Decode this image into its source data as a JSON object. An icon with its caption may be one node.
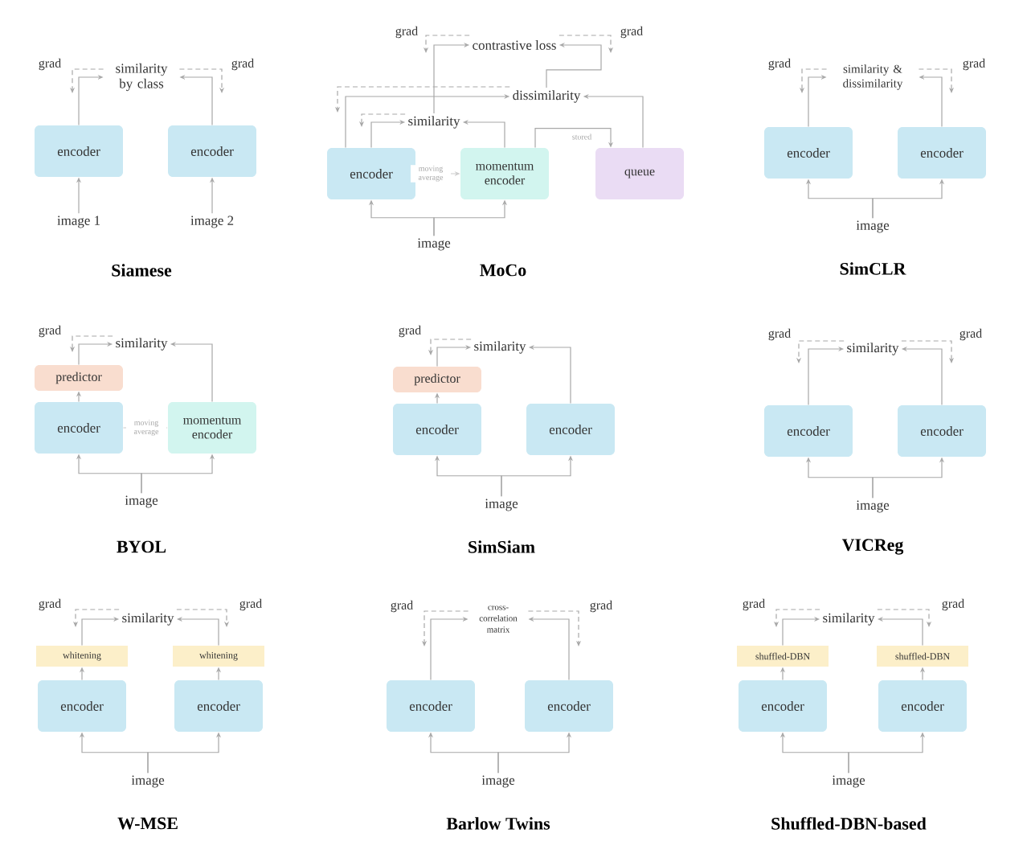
{
  "diagram": {
    "nodes": [
      {
        "text": [
          "similarity by class"
        ]
      },
      {
        "text": [
          "encoder"
        ]
      },
      {
        "text": [
          "encoder"
        ]
      },
      {
        "text": [
          "image 1"
        ]
      },
      {
        "text": [
          "image 2"
        ]
      },
      {
        "text": [
          "contrastive loss"
        ]
      },
      {
        "text": [
          "dissimilarity"
        ]
      },
      {
        "text": [
          "similarity"
        ]
      },
      {
        "text": [
          "encoder"
        ]
      },
      {
        "text": [
          "momentum encoder"
        ]
      },
      {
        "text": [
          "queue"
        ]
      },
      {
        "text": [
          "image"
        ]
      },
      {
        "text": [
          "similarity & dissimilarity"
        ]
      },
      {
        "text": [
          "encoder"
        ]
      },
      {
        "text": [
          "encoder"
        ]
      },
      {
        "text": [
          "image"
        ]
      },
      {
        "text": [
          "similarity"
        ]
      },
      {
        "text": [
          "predictor"
        ]
      },
      {
        "text": [
          "encoder"
        ]
      },
      {
        "text": [
          "momentum encoder"
        ]
      },
      {
        "text": [
          "image"
        ]
      },
      {
        "text": [
          "similarity"
        ]
      },
      {
        "text": [
          "predictor"
        ]
      },
      {
        "text": [
          "encoder"
        ]
      },
      {
        "text": [
          "encoder"
        ]
      },
      {
        "text": [
          "image"
        ]
      },
      {
        "text": [
          "similarity"
        ]
      },
      {
        "text": [
          "encoder"
        ]
      },
      {
        "text": [
          "encoder"
        ]
      },
      {
        "text": [
          "image"
        ]
      },
      {
        "text": [
          "similarity"
        ]
      },
      {
        "text": [
          "whitening"
        ]
      },
      {
        "text": [
          "whitening"
        ]
      },
      {
        "text": [
          "encoder"
        ]
      },
      {
        "text": [
          "encoder"
        ]
      },
      {
        "text": [
          "image"
        ]
      },
      {
        "text": [
          "cross-correlation matrix"
        ]
      },
      {
        "text": [
          "encoder"
        ]
      },
      {
        "text": [
          "encoder"
        ]
      },
      {
        "text": [
          "image"
        ]
      },
      {
        "text": [
          "similarity"
        ]
      },
      {
        "text": [
          "shuffled-DBN"
        ]
      },
      {
        "text": [
          "shuffled-DBN"
        ]
      },
      {
        "text": [
          "encoder"
        ]
      },
      {
        "text": [
          "encoder"
        ]
      },
      {
        "text": [
          "image"
        ]
      },
      {
        "text": [
          "grad"
        ]
      },
      {
        "text": [
          "grad"
        ]
      },
      {
        "text": [
          "grad"
        ]
      },
      {
        "text": [
          "grad"
        ]
      },
      {
        "text": [
          "grad"
        ]
      },
      {
        "text": [
          "grad"
        ]
      },
      {
        "text": [
          "grad"
        ]
      },
      {
        "text": [
          "grad"
        ]
      },
      {
        "text": [
          "grad"
        ]
      },
      {
        "text": [
          "grad"
        ]
      },
      {
        "text": [
          "grad"
        ]
      },
      {
        "text": [
          "grad"
        ]
      }
    ],
    "edges": [
      {
        "from": 1,
        "to": 0,
        "arrow": "to"
      },
      {
        "from": 2,
        "to": 0,
        "arrow": "to"
      },
      {
        "from": 3,
        "to": 1,
        "arrow": "to"
      },
      {
        "from": 4,
        "to": 2,
        "arrow": "to"
      },
      {
        "from": 8,
        "to": 7,
        "arrow": "to"
      },
      {
        "from": 8,
        "to": 6,
        "arrow": "to"
      },
      {
        "from": 9,
        "to": 7,
        "arrow": "to"
      },
      {
        "from": 9,
        "to": 10,
        "arrow": "to",
        "label": "stored"
      },
      {
        "from": 10,
        "to": 6,
        "arrow": "to"
      },
      {
        "from": 7,
        "to": 5,
        "arrow": "to"
      },
      {
        "from": 6,
        "to": 5,
        "arrow": "to"
      },
      {
        "from": 8,
        "to": 9,
        "arrow": "to",
        "label": "moving average",
        "color": "#cccccc"
      },
      {
        "from": 11,
        "to": 8,
        "arrow": "to"
      },
      {
        "from": 11,
        "to": 9,
        "arrow": "to"
      },
      {
        "from": 13,
        "to": 12,
        "arrow": "to"
      },
      {
        "from": 14,
        "to": 12,
        "arrow": "to"
      },
      {
        "from": 15,
        "to": 13,
        "arrow": "to"
      },
      {
        "from": 15,
        "to": 14,
        "arrow": "to"
      },
      {
        "from": 18,
        "to": 17,
        "arrow": "to"
      },
      {
        "from": 17,
        "to": 16,
        "arrow": "to"
      },
      {
        "from": 19,
        "to": 16,
        "arrow": "to"
      },
      {
        "from": 18,
        "to": 19,
        "arrow": "to",
        "label": "moving average",
        "color": "#cccccc"
      },
      {
        "from": 20,
        "to": 18,
        "arrow": "to"
      },
      {
        "from": 20,
        "to": 19,
        "arrow": "to"
      },
      {
        "from": 23,
        "to": 22,
        "arrow": "to"
      },
      {
        "from": 22,
        "to": 21,
        "arrow": "to"
      },
      {
        "from": 24,
        "to": 21,
        "arrow": "to"
      },
      {
        "from": 25,
        "to": 23,
        "arrow": "to"
      },
      {
        "from": 25,
        "to": 24,
        "arrow": "to"
      },
      {
        "from": 27,
        "to": 26,
        "arrow": "to"
      },
      {
        "from": 28,
        "to": 26,
        "arrow": "to"
      },
      {
        "from": 29,
        "to": 27,
        "arrow": "to"
      },
      {
        "from": 29,
        "to": 28,
        "arrow": "to"
      },
      {
        "from": 33,
        "to": 31,
        "arrow": "to"
      },
      {
        "from": 34,
        "to": 32,
        "arrow": "to"
      },
      {
        "from": 31,
        "to": 30,
        "arrow": "to"
      },
      {
        "from": 32,
        "to": 30,
        "arrow": "to"
      },
      {
        "from": 35,
        "to": 33,
        "arrow": "to"
      },
      {
        "from": 35,
        "to": 34,
        "arrow": "to"
      },
      {
        "from": 37,
        "to": 36,
        "arrow": "to"
      },
      {
        "from": 38,
        "to": 36,
        "arrow": "to"
      },
      {
        "from": 39,
        "to": 37,
        "arrow": "to"
      },
      {
        "from": 39,
        "to": 38,
        "arrow": "to"
      },
      {
        "from": 43,
        "to": 41,
        "arrow": "to"
      },
      {
        "from": 44,
        "to": 42,
        "arrow": "to"
      },
      {
        "from": 41,
        "to": 40,
        "arrow": "to"
      },
      {
        "from": 42,
        "to": 40,
        "arrow": "to"
      },
      {
        "from": 45,
        "to": 43,
        "arrow": "to"
      },
      {
        "from": 45,
        "to": 44,
        "arrow": "to"
      },
      {
        "from": 0,
        "to": 46,
        "arrow": "to",
        "style": "dashed"
      },
      {
        "from": 0,
        "to": 47,
        "arrow": "to",
        "style": "dashed"
      },
      {
        "from": 5,
        "to": 48,
        "arrow": "to",
        "style": "dashed"
      },
      {
        "from": 5,
        "to": 49,
        "arrow": "to",
        "style": "dashed"
      },
      {
        "from": 7,
        "to": 8,
        "arrow": "to",
        "style": "dashed"
      },
      {
        "from": 6,
        "to": 8,
        "arrow": "to",
        "style": "dashed"
      },
      {
        "from": 12,
        "to": 50,
        "arrow": "to",
        "style": "dashed"
      },
      {
        "from": 12,
        "to": 51,
        "arrow": "to",
        "style": "dashed"
      },
      {
        "from": 16,
        "to": 17,
        "arrow": "to",
        "style": "dashed"
      },
      {
        "from": 21,
        "to": 22,
        "arrow": "to",
        "style": "dashed"
      },
      {
        "from": 26,
        "to": 52,
        "arrow": "to",
        "style": "dashed"
      },
      {
        "from": 26,
        "to": 53,
        "arrow": "to",
        "style": "dashed"
      },
      {
        "from": 30,
        "to": 54,
        "arrow": "to",
        "style": "dashed"
      },
      {
        "from": 30,
        "to": 55,
        "arrow": "to",
        "style": "dashed"
      },
      {
        "from": 36,
        "to": null,
        "arrow": "to",
        "style": "dashed"
      },
      {
        "from": 36,
        "to": null,
        "arrow": "to",
        "style": "dashed"
      },
      {
        "from": 40,
        "to": 56,
        "arrow": "to",
        "style": "dashed"
      },
      {
        "from": 40,
        "to": 57,
        "arrow": "to",
        "style": "dashed"
      }
    ],
    "labels": [
      "Siamese",
      "MoCo",
      "SimCLR",
      "grad",
      "grad",
      "BYOL",
      "SimSiam",
      "VICReg",
      "grad",
      "grad",
      "W-MSE",
      "Barlow Twins",
      "Shuffled-DBN-based"
    ]
  }
}
